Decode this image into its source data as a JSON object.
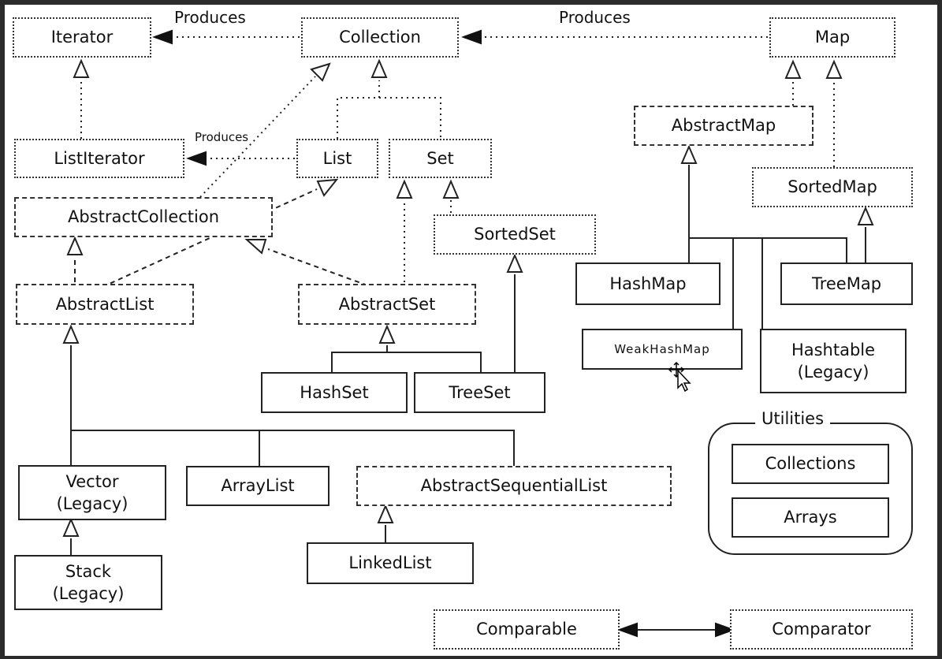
{
  "labels": {
    "produces_iterator": "Produces",
    "produces_map": "Produces",
    "produces_listiterator": "Produces"
  },
  "nodes": {
    "iterator": "Iterator",
    "collection": "Collection",
    "map": "Map",
    "list_iterator": "ListIterator",
    "list": "List",
    "set": "Set",
    "abstract_map": "AbstractMap",
    "sorted_map": "SortedMap",
    "abstract_collection": "AbstractCollection",
    "sorted_set": "SortedSet",
    "abstract_list": "AbstractList",
    "abstract_set": "AbstractSet",
    "hash_map": "HashMap",
    "tree_map": "TreeMap",
    "weak_hash_map": "WeakHashMap",
    "hashtable": "Hashtable",
    "hashtable_note": "(Legacy)",
    "hash_set": "HashSet",
    "tree_set": "TreeSet",
    "vector": "Vector",
    "vector_note": "(Legacy)",
    "array_list": "ArrayList",
    "abstract_sequential_list": "AbstractSequentialList",
    "stack": "Stack",
    "stack_note": "(Legacy)",
    "linked_list": "LinkedList",
    "comparable": "Comparable",
    "comparator": "Comparator"
  },
  "utilities": {
    "title": "Utilities",
    "collections": "Collections",
    "arrays": "Arrays"
  }
}
